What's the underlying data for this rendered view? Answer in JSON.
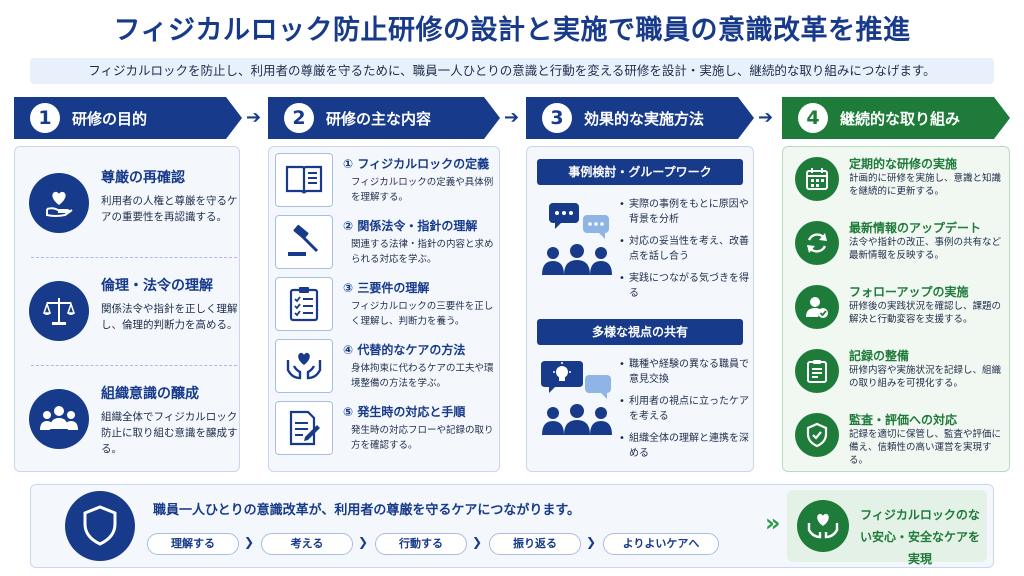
{
  "title": "フィジカルロック防止研修の設計と実施で職員の意識改革を推進",
  "subtitle": "フィジカルロックを防止し、利用者の尊厳を守るために、職員一人ひとりの意識と行動を変える研修を設計・実施し、継続的な取り組みにつなげます。",
  "colors": {
    "navy": "#173a8a",
    "green": "#1e7b3a",
    "light": "#e8f0fb"
  },
  "steps": [
    {
      "num": "1",
      "label": "研修の目的"
    },
    {
      "num": "2",
      "label": "研修の主な内容"
    },
    {
      "num": "3",
      "label": "効果的な実施方法"
    },
    {
      "num": "4",
      "label": "継続的な取り組み"
    }
  ],
  "purpose": [
    {
      "icon": "heart-hand-icon",
      "title": "尊厳の再確認",
      "desc": "利用者の人権と尊厳を守るケアの重要性を再認識する。"
    },
    {
      "icon": "scales-icon",
      "title": "倫理・法令の理解",
      "desc": "関係法令や指針を正しく理解し、倫理的判断力を高める。"
    },
    {
      "icon": "group-icon",
      "title": "組織意識の醸成",
      "desc": "組織全体でフィジカルロック防止に取り組む意識を醸成する。"
    }
  ],
  "contents": [
    {
      "icon": "book-icon",
      "title": "① フィジカルロックの定義",
      "desc": "フィジカルロックの定義や具体例を理解する。"
    },
    {
      "icon": "gavel-icon",
      "title": "② 関係法令・指針の理解",
      "desc": "関連する法律・指針の内容と求められる対応を学ぶ。"
    },
    {
      "icon": "checklist-icon",
      "title": "③ 三要件の理解",
      "desc": "フィジカルロックの三要件を正しく理解し、判断力を養う。"
    },
    {
      "icon": "care-hands-icon",
      "title": "④ 代替的なケアの方法",
      "desc": "身体拘束に代わるケアの工夫や環境整備の方法を学ぶ。"
    },
    {
      "icon": "document-pen-icon",
      "title": "⑤ 発生時の対応と手順",
      "desc": "発生時の対応フローや記録の取り方を確認する。"
    }
  ],
  "methods": [
    {
      "banner": "事例検討・グループワーク",
      "icon": "discussion-icon",
      "bullets": [
        "実際の事例をもとに原因や背景を分析",
        "対応の妥当性を考え、改善点を話し合う",
        "実践につながる気づきを得る"
      ]
    },
    {
      "banner": "多様な視点の共有",
      "icon": "idea-share-icon",
      "bullets": [
        "職種や経験の異なる職員で意見交換",
        "利用者の視点に立ったケアを考える",
        "組織全体の理解と連携を深める"
      ]
    }
  ],
  "continuous": [
    {
      "icon": "calendar-icon",
      "title": "定期的な研修の実施",
      "desc": "計画的に研修を実施し、意識と知識を継続的に更新する。"
    },
    {
      "icon": "refresh-icon",
      "title": "最新情報のアップデート",
      "desc": "法令や指針の改正、事例の共有など最新情報を反映する。"
    },
    {
      "icon": "user-check-icon",
      "title": "フォローアップの実施",
      "desc": "研修後の実践状況を確認し、課題の解決と行動変容を支援する。"
    },
    {
      "icon": "clipboard-icon",
      "title": "記録の整備",
      "desc": "研修内容や実施状況を記録し、組織の取り組みを可視化する。"
    },
    {
      "icon": "shield-check-icon",
      "title": "監査・評価への対応",
      "desc": "記録を適切に保管し、監査や評価に備え、信頼性の高い運営を実現する。"
    }
  ],
  "bottom": {
    "message": "職員一人ひとりの意識改革が、利用者の尊厳を守るケアにつながります。",
    "flow": [
      "理解する",
      "考える",
      "行動する",
      "振り返る",
      "よりよいケアへ"
    ],
    "goal": "フィジカルロックのない安心・安全なケアを実現"
  }
}
